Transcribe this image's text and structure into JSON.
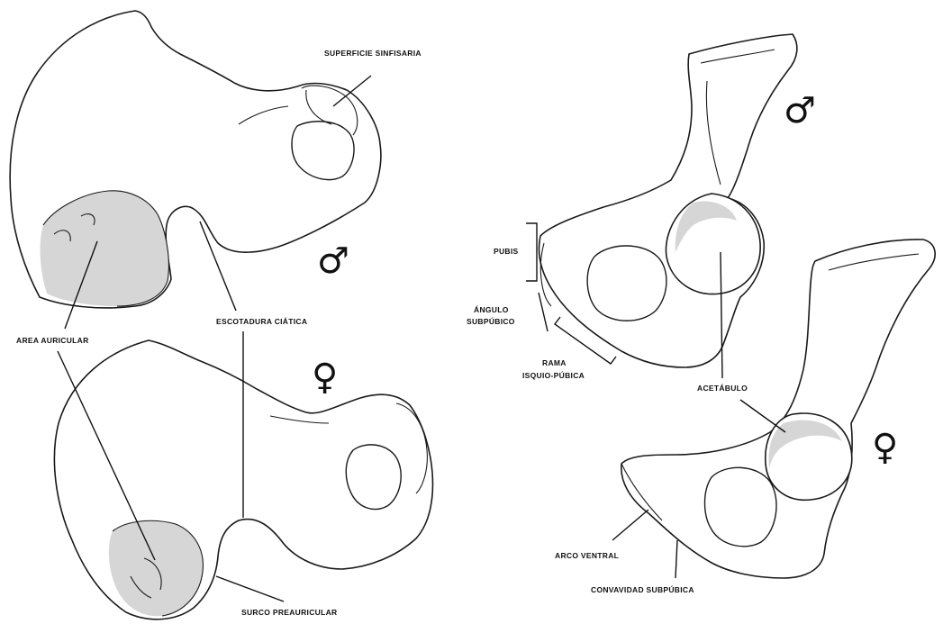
{
  "labels": {
    "superficie_sinfisaria": "SUPERFICIE SINFISARIA",
    "area_auricular": "AREA AURICULAR",
    "escotadura_ciatica": "ESCOTADURA CIÁTICA",
    "surco_preauricular": "SURCO PREAURICULAR",
    "pubis": "PUBIS",
    "angulo_line1": "ÁNGULO",
    "angulo_line2": "SUBPÚBICO",
    "rama_line1": "RAMA",
    "rama_line2": "ISQUIO-PÚBICA",
    "acetabulo": "ACETÁBULO",
    "arco_ventral": "ARCO VENTRAL",
    "convavidad_subpubica": "CONVAVIDAD SUBPÚBICA"
  },
  "symbols": {
    "male": "♂",
    "female": "♀"
  }
}
